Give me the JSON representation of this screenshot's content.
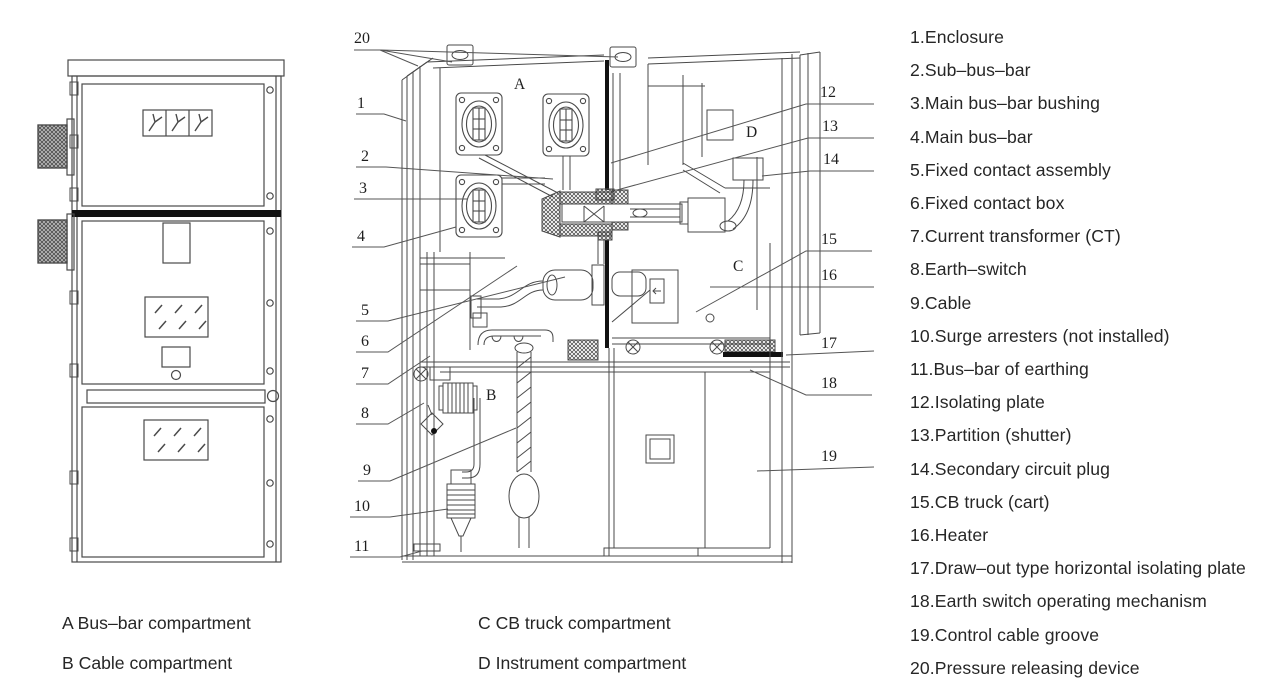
{
  "colors": {
    "background": "#ffffff",
    "ink": "#262626",
    "line": "#4a4a4a",
    "black_fill": "#111111"
  },
  "callouts": {
    "n1": "1",
    "n2": "2",
    "n3": "3",
    "n4": "4",
    "n5": "5",
    "n6": "6",
    "n7": "7",
    "n8": "8",
    "n9": "9",
    "n10": "10",
    "n11": "11",
    "n12": "12",
    "n13": "13",
    "n14": "14",
    "n15": "15",
    "n16": "16",
    "n17": "17",
    "n18": "18",
    "n19": "19",
    "n20": "20",
    "a": "A",
    "b": "B",
    "c": "C",
    "d": "D"
  },
  "legend": {
    "items": [
      "1.Enclosure",
      "2.Sub–bus–bar",
      "3.Main bus–bar bushing",
      "4.Main bus–bar",
      "5.Fixed contact assembly",
      "6.Fixed contact box",
      "7.Current transformer (CT)",
      "8.Earth–switch",
      "9.Cable",
      "10.Surge arresters (not installed)",
      "11.Bus–bar of earthing",
      "12.Isolating plate",
      "13.Partition (shutter)",
      "14.Secondary circuit plug",
      "15.CB truck (cart)",
      "16.Heater",
      "17.Draw–out type horizontal isolating plate",
      "18.Earth switch operating mechanism",
      "19.Control cable groove",
      "20.Pressure releasing device"
    ]
  },
  "captions": {
    "a": "A Bus–bar compartment",
    "b": "B Cable compartment",
    "c": "C CB truck compartment",
    "d": "D Instrument compartment"
  }
}
